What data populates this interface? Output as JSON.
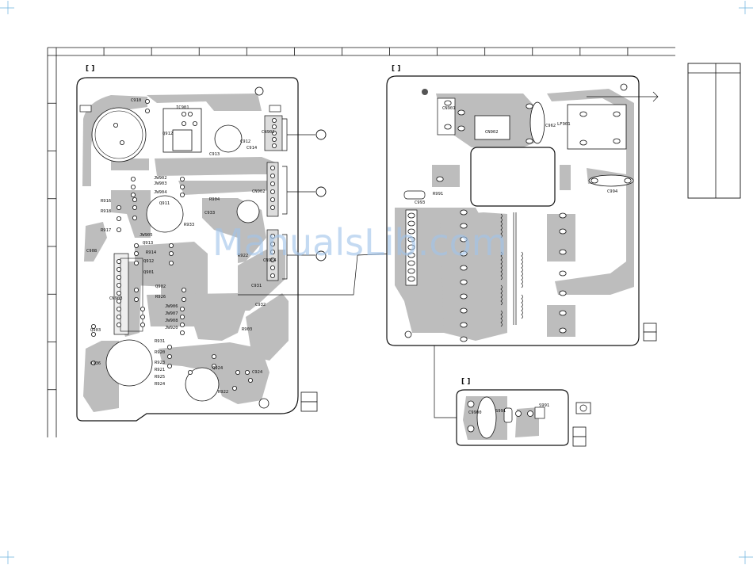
{
  "watermark": "ManualsLib.com",
  "grid": {
    "columns": 13,
    "rows": 8
  },
  "brackets": {
    "left_board": "[                  ]",
    "right_board": "[                  ]",
    "small_board": "[                          ]"
  },
  "left_board_labels": [
    "C910",
    "IC901",
    "C912",
    "C913",
    "Q912",
    "C914",
    "CN901",
    "JW902",
    "JW903",
    "JW904",
    "R904",
    "Q911",
    "C933",
    "R933",
    "CN902",
    "R916",
    "R918",
    "R917",
    "C908",
    "JW905",
    "Q913",
    "R914",
    "Q912",
    "Q901",
    "CN903",
    "R922",
    "CN904",
    "Q902",
    "C931",
    "C932",
    "R926",
    "JW906",
    "JW907",
    "JW908",
    "JW920",
    "R931",
    "R920",
    "R923",
    "R921",
    "R925",
    "R924",
    "Q924",
    "R903",
    "R922",
    "C924",
    "Q903",
    "C936"
  ],
  "right_board_labels": [
    "CN901",
    "CN902",
    "C962",
    "LF901",
    "C993",
    "R991",
    "C994"
  ],
  "small_board_labels": [
    "C9900",
    "S991",
    "S991"
  ],
  "side_table": {
    "rows": 2
  }
}
